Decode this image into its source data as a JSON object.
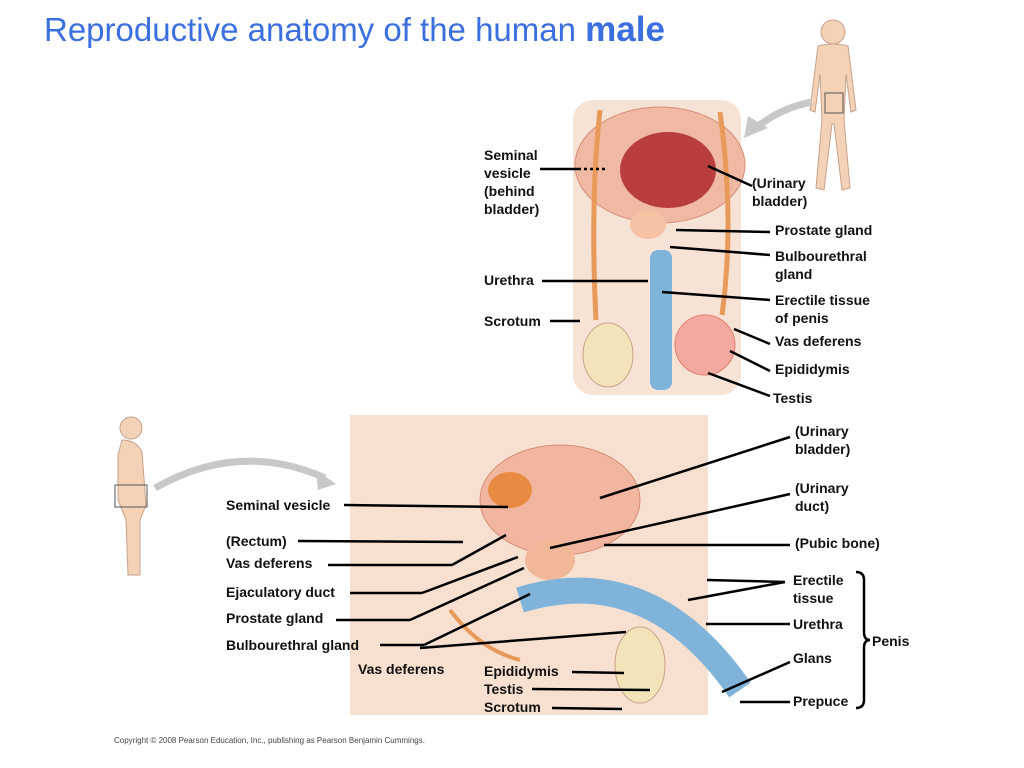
{
  "title": {
    "main": "Reproductive anatomy of the human ",
    "emphasis": "male"
  },
  "frontal_labels": {
    "seminal_vesicle": "Seminal\nvesicle\n(behind\n bladder)",
    "urinary_bladder": "(Urinary\nbladder)",
    "prostate_gland": "Prostate gland",
    "bulbourethral_gland": "Bulbourethral\ngland",
    "urethra": "Urethra",
    "erectile_tissue": "Erectile tissue\nof penis",
    "scrotum": "Scrotum",
    "vas_deferens": "Vas deferens",
    "epididymis": "Epididymis",
    "testis": "Testis"
  },
  "sagittal_labels": {
    "urinary_bladder": "(Urinary\nbladder)",
    "seminal_vesicle": "Seminal vesicle",
    "urinary_duct": "(Urinary\nduct)",
    "rectum": "(Rectum)",
    "pubic_bone": "(Pubic bone)",
    "vas_deferens_left": "Vas deferens",
    "erectile_tissue": "Erectile\ntissue",
    "ejaculatory_duct": "Ejaculatory duct",
    "urethra": "Urethra",
    "prostate_gland": "Prostate gland",
    "penis": "Penis",
    "bulbourethral_gland": "Bulbourethral gland",
    "glans": "Glans",
    "vas_deferens_bottom": "Vas deferens",
    "epididymis": "Epididymis",
    "testis": "Testis",
    "scrotum": "Scrotum",
    "prepuce": "Prepuce"
  },
  "copyright": "Copyright © 2008 Pearson Education, Inc., publishing as Pearson Benjamin Cummings.",
  "colors": {
    "title": "#3b6fe0",
    "tissue": "#f2b5a0",
    "erectile": "#7fb3d9",
    "skin": "#f3d2b8",
    "leader": "#000000"
  }
}
